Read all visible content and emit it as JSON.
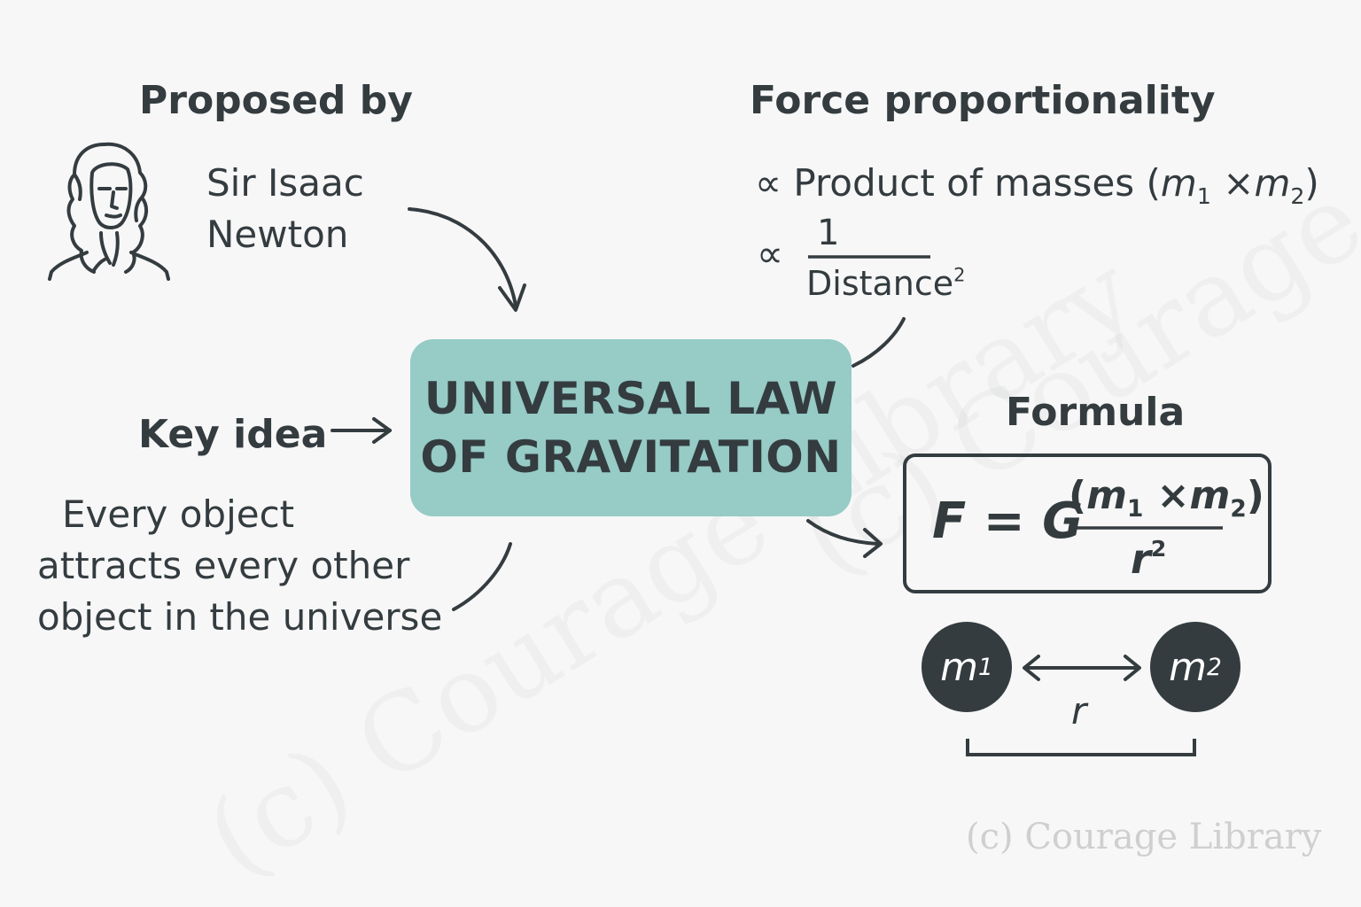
{
  "proposed": {
    "heading": "Proposed by",
    "name_line1": "Sir Isaac",
    "name_line2": "Newton",
    "portrait_icon": "newton-portrait-icon"
  },
  "key_idea": {
    "heading": "Key idea",
    "line1": "Every object",
    "line2": "attracts every other",
    "line3": "object in the universe"
  },
  "center": {
    "title": "UNIVERSAL LAW\nOF GRAVITATION",
    "color": "#96cbc6"
  },
  "force": {
    "heading": "Force proportionality",
    "prop_symbol": "∝",
    "product_text": "Product of masses",
    "product_open": "(",
    "m1": "m",
    "sub1": "1",
    "times": "×",
    "m2": "m",
    "sub2": "2",
    "product_close": ")",
    "inverse_numerator": "1",
    "inverse_denominator": "Distance",
    "inverse_exponent": "2"
  },
  "formula": {
    "heading": "Formula",
    "lhs": "F = G",
    "numerator_open": "(",
    "m1": "m",
    "sub1": "1",
    "times": "×",
    "m2": "m",
    "sub2": "2",
    "numerator_close": ")",
    "denominator": "r",
    "denominator_exp": "2"
  },
  "masses": {
    "m1_letter": "m",
    "m1_sub": "1",
    "m2_letter": "m",
    "m2_sub": "2",
    "distance_label": "r"
  },
  "watermark": "(c) Courage Library",
  "colors": {
    "text": "#343c40",
    "background": "#f7f7f7",
    "accent": "#96cbc6"
  }
}
